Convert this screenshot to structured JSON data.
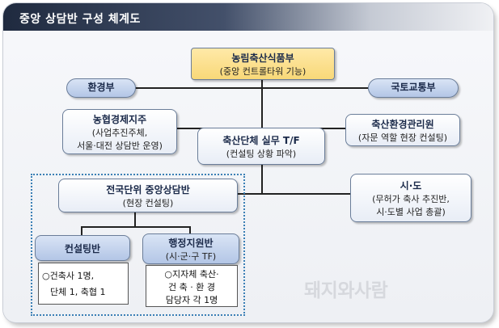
{
  "title": "중앙 상담반 구성 체계도",
  "nodes": {
    "ministry": {
      "title": "농림축산식품부",
      "sub": "(중앙 컨트롤타워 기능)"
    },
    "environment": {
      "title": "환경부"
    },
    "land": {
      "title": "국토교통부"
    },
    "nonghyup": {
      "title": "농협경제지주",
      "sub1": "(사업추진주체,",
      "sub2": "서울·대전 상담반 운영)"
    },
    "livestock_env": {
      "title": "축산환경관리원",
      "sub": "(자문 역할 현장 컨설팅)"
    },
    "taskforce": {
      "title": "축산단체 실무 T/F",
      "sub": "(컨설팅 상황 파악)"
    },
    "central": {
      "title": "전국단위 중앙상담반",
      "sub": "(현장 컨설팅)"
    },
    "province": {
      "title": "시·도",
      "sub1": "(무허가 축사 추진반,",
      "sub2": "시·도별 사업 총괄)"
    },
    "consulting": {
      "title": "컨설팅반",
      "line1": "○건축사 1명,",
      "line2": "단체 1, 축협 1"
    },
    "admin": {
      "title": "행정지원반",
      "sub": "(시·군·구 TF)",
      "line1": "○지자체 축산·",
      "line2": "건 축 · 환 경",
      "line3": "담당자 각 1명"
    }
  },
  "watermark": "돼지와사람"
}
